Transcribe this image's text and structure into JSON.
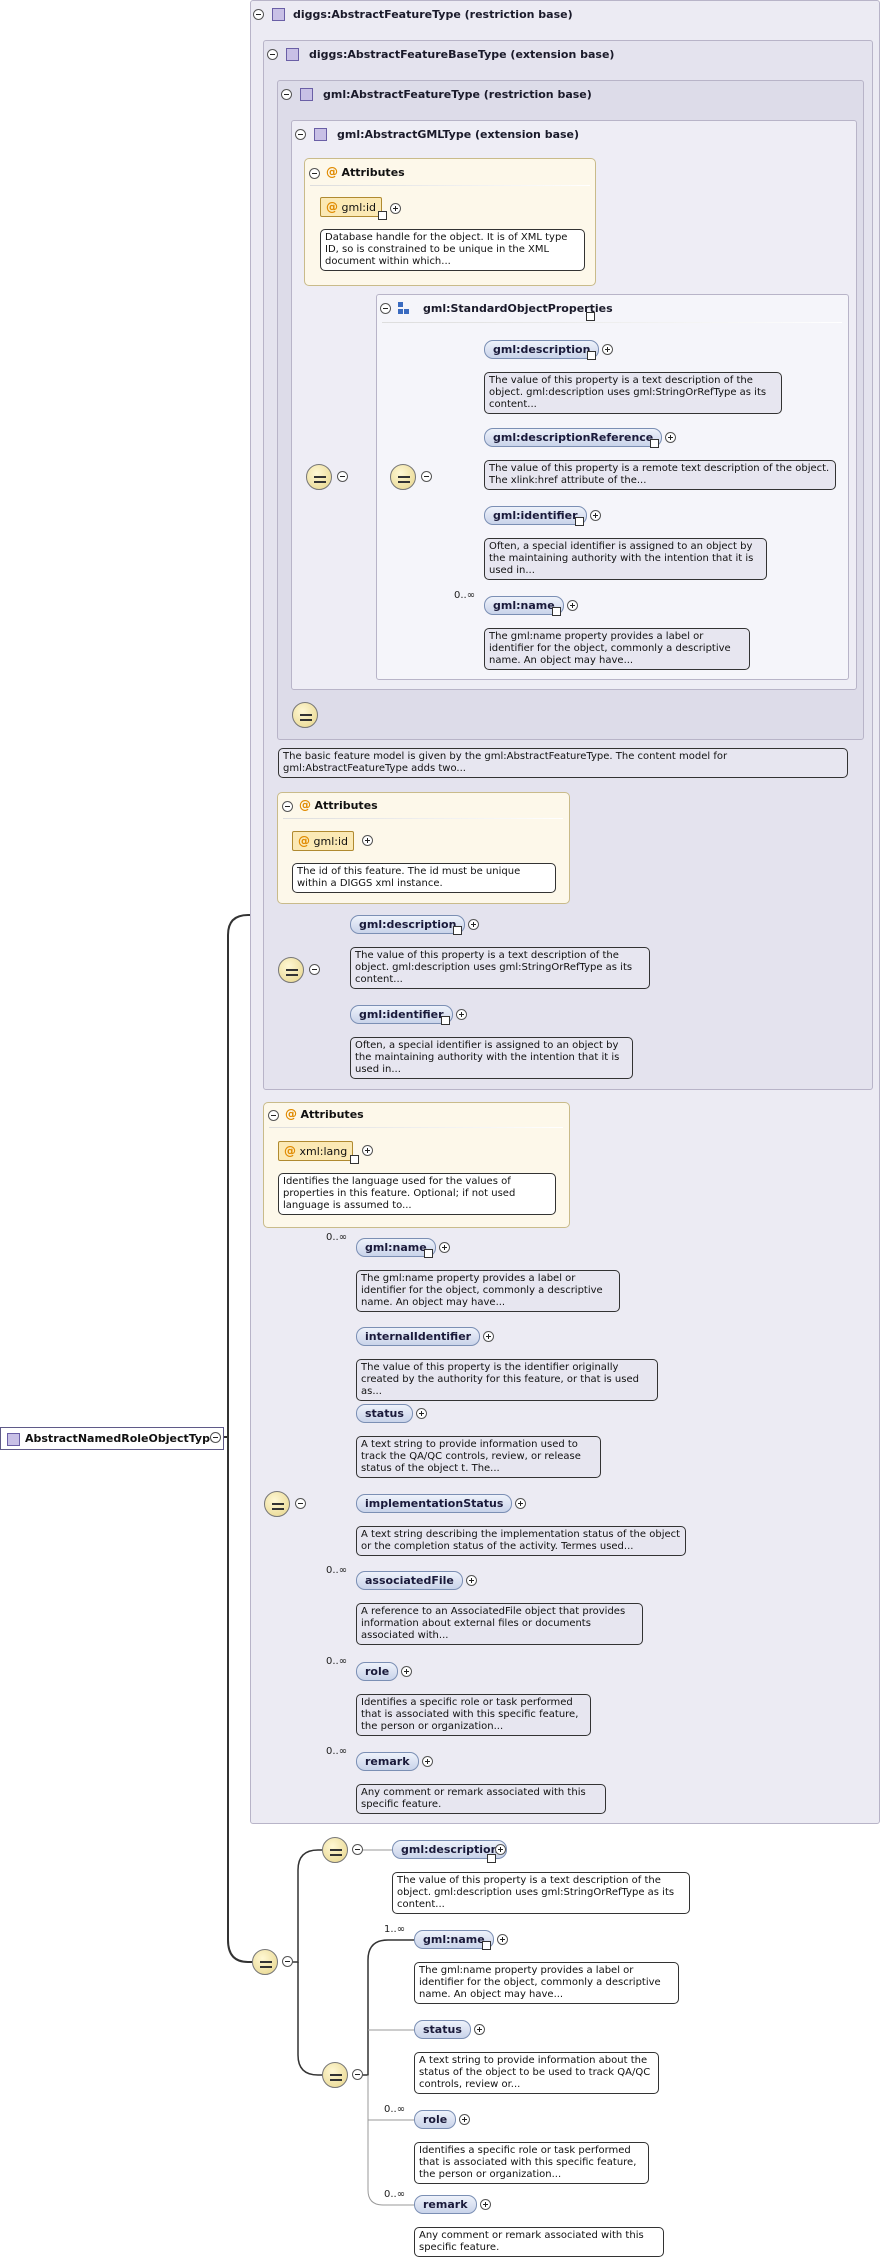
{
  "root": {
    "label": "AbstractNamedRoleObjectType"
  },
  "frames": {
    "f1": "diggs:AbstractFeatureType (restriction base)",
    "f2": "diggs:AbstractFeatureBaseType (extension base)",
    "f3": "gml:AbstractFeatureType (restriction base)",
    "f4": "gml:AbstractGMLType (extension base)"
  },
  "attributes_title": "Attributes",
  "gml_attr": {
    "name": "gml:id",
    "desc": "Database handle for the object. It is of XML type ID, so is constrained to be unique in the XML document within which..."
  },
  "std_props": {
    "title": "gml:StandardObjectProperties",
    "items": [
      {
        "name": "gml:description",
        "mult": "",
        "desc": "The value of this property is a text description of the object. gml:description uses gml:StringOrRefType as its content..."
      },
      {
        "name": "gml:descriptionReference",
        "mult": "",
        "desc": "The value of this property is a remote text description of the object. The xlink:href attribute of the..."
      },
      {
        "name": "gml:identifier",
        "mult": "",
        "desc": "Often, a special identifier is assigned to an object by the maintaining authority with the intention that it is used in..."
      },
      {
        "name": "gml:name",
        "mult": "0..∞",
        "desc": "The gml:name property provides a label or identifier for the object, commonly a descriptive name. An object may have..."
      }
    ]
  },
  "feature_model_desc": "The basic feature model is given by the gml:AbstractFeatureType. The content model for gml:AbstractFeatureType adds two...",
  "f2_attr": {
    "name": "gml:id",
    "desc": "The id of this feature. The id must be unique within a DIGGS xml instance."
  },
  "f2_seq": [
    {
      "name": "gml:description",
      "desc": "The value of this property is a text description of the object. gml:description uses gml:StringOrRefType as its content..."
    },
    {
      "name": "gml:identifier",
      "desc": "Often, a special identifier is assigned to an object by the maintaining authority with the intention that it is used in..."
    }
  ],
  "f1_attr": {
    "name": "xml:lang",
    "desc": "Identifies the language used for the values of properties in this feature. Optional; if not used language is assumed to..."
  },
  "f1_seq": [
    {
      "name": "gml:name",
      "mult": "0..∞",
      "desc": "The gml:name property provides a label or identifier for the object, commonly a descriptive name. An object may have..."
    },
    {
      "name": "internalIdentifier",
      "mult": "",
      "desc": "The value of this property is the identifier originally created by the authority for this feature, or that is used as..."
    },
    {
      "name": "status",
      "mult": "",
      "desc": "A text string to provide information used to track the QA/QC controls, review, or release status of the object t. The..."
    },
    {
      "name": "implementationStatus",
      "mult": "",
      "desc": "A text string describing the implementation status of the object or the completion status of the activity. Termes used..."
    },
    {
      "name": "associatedFile",
      "mult": "0..∞",
      "desc": "A reference to an AssociatedFile object that provides information about external files or documents associated with..."
    },
    {
      "name": "role",
      "mult": "0..∞",
      "desc": "Identifies a specific role or task performed that is associated with this specific feature, the person or organization..."
    },
    {
      "name": "remark",
      "mult": "0..∞",
      "desc": "Any comment or remark associated with this specific feature."
    }
  ],
  "ext_seq": {
    "description": {
      "name": "gml:description",
      "desc": "The value of this property is a text description of the object. gml:description uses gml:StringOrRefType as its content..."
    },
    "items": [
      {
        "name": "gml:name",
        "mult": "1..∞",
        "desc": "The gml:name property provides a label or identifier for the object, commonly a descriptive name. An object may have..."
      },
      {
        "name": "status",
        "mult": "",
        "desc": "A text string to provide information about the status of the object to be used to track QA/QC controls, review or..."
      },
      {
        "name": "role",
        "mult": "0..∞",
        "desc": "Identifies a specific role or task performed that is associated with this specific feature, the person or organization..."
      },
      {
        "name": "remark",
        "mult": "0..∞",
        "desc": "Any comment or remark associated with this specific feature."
      }
    ]
  }
}
